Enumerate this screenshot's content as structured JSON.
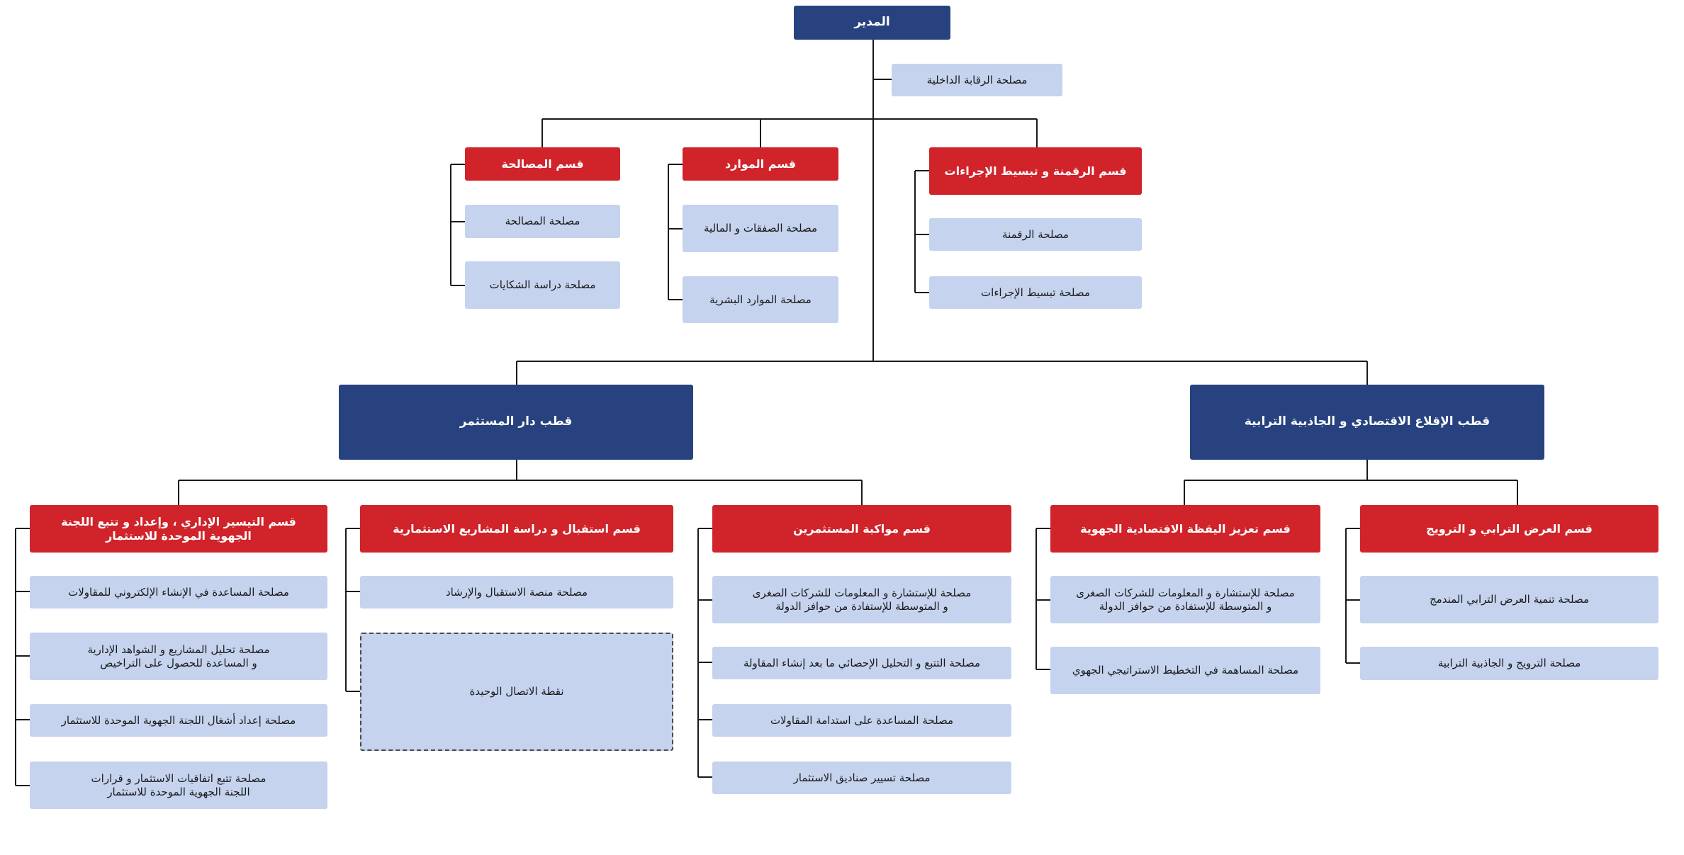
{
  "director": "المدير",
  "internal_audit": "مصلحة الرقابة الداخلية",
  "dept_digital": "قسم الرقمنة و تبسيط الإجراءات",
  "svc_digital": "مصلحة الرقمنة",
  "svc_simplify": "مصلحة  تبسيط الإجراءات",
  "dept_resources": "قسم الموارد",
  "svc_deals_finance": "مصلحة الصفقات و المالية",
  "svc_hr": "مصلحة الموارد البشرية",
  "dept_mediation": "قسم المصالحة",
  "svc_mediation": "مصلحة  المصالحة",
  "svc_complaints": "مصلحة دراسة الشكايات",
  "pole_investor_house": "قطب دار المستثمر",
  "pole_economic": "قطب الإقلاع الاقتصادي و الجاذبية الترابية",
  "dept_facilitation": "قسم التيسير الإداري ، وإعداد و تتبع اللجنة\nالجهوية الموحدة للاستثمار",
  "svc_online_help": "مصلحة المساعدة في الإنشاء الإلكتروني للمقاولات",
  "svc_project_analysis": "مصلحة تحليل المشاريع و الشواهد الإدارية\nو المساعدة للحصول على التراخيص",
  "svc_committee_prep": "مصلحة إعداد أشغال اللجنة الجهوية الموحدة للاستثمار",
  "svc_agreements": "مصلحة تتبع اتفاقيات الاستثمار و قرارات\nاللجنة الجهوية الموحدة للاستثمار",
  "dept_reception": "قسم استقبال و دراسة المشاريع الاستثمارية",
  "svc_reception_platform": "مصلحة منصة الاستقبال والإرشاد",
  "single_contact": "نقطة الاتصال الوحيدة",
  "dept_accompany": "قسم مواكبة المستثمرين",
  "svc_consulting_sme": "مصلحة للإستشارة و المعلومات للشركات الصغرى\nو المتوسطة للإستفادة من حوافز الدولة",
  "svc_tracking_stats": "مصلحة التتبع و التحليل الإحصائي ما بعد إنشاء المقاولة",
  "svc_sustainability": "مصلحة المساعدة على استدامة المقاولات",
  "svc_funds": "مصلحة تسيير صناديق الاستثمار",
  "dept_vigilance": "قسم تعزيز اليقظة الاقتصادية الجهوية",
  "svc_consulting_sme2": "مصلحة للإستشارة و المعلومات للشركات الصغرى\nو المتوسطة للإستفادة من حوافز الدولة",
  "svc_strategic_planning": "مصلحة المساهمة في التخطيط الاستراتيجي الجهوي",
  "dept_promotion": "قسم العرض الترابي و الترويج",
  "svc_integrated_offer": "مصلحة تنمية العرض الترابي المندمج",
  "svc_promotion": "مصلحة الترويج و الجاذبية الترابية",
  "colors": {
    "navy": "#27427f",
    "red": "#d0232a",
    "light": "#c5d3ee",
    "line": "#1a1a1a"
  }
}
